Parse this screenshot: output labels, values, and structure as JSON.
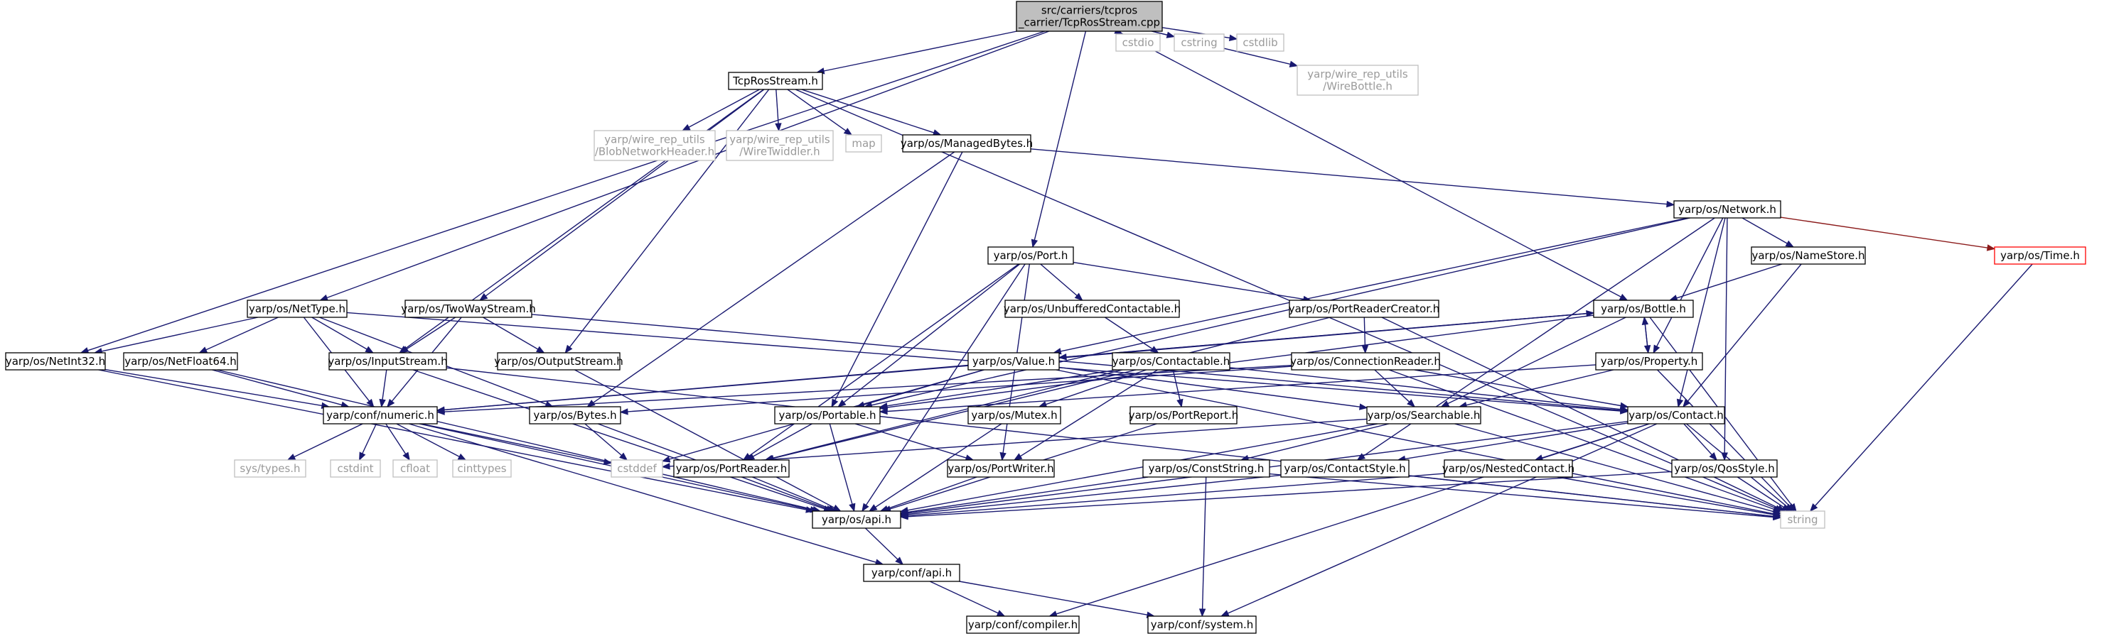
{
  "colors": {
    "edge": "#191970",
    "edge_highlight": "#8b1a1a",
    "root_fill": "#bfbfbf",
    "system_header_border": "#bfbfbf",
    "highlight_border": "#ff0000"
  },
  "nodes": {
    "root": [
      "src/carriers/tcpros",
      "_carrier/TcpRosStream.cpp"
    ],
    "tcprosstream_h": [
      "TcpRosStream.h"
    ],
    "cstdio": [
      "cstdio"
    ],
    "cstring": [
      "cstring"
    ],
    "cstdlib": [
      "cstdlib"
    ],
    "wirebottle_h": [
      "yarp/wire_rep_utils",
      "/WireBottle.h"
    ],
    "blobnetworkheader_h": [
      "yarp/wire_rep_utils",
      "/BlobNetworkHeader.h"
    ],
    "wiretwiddler_h": [
      "yarp/wire_rep_utils",
      "/WireTwiddler.h"
    ],
    "map": [
      "map"
    ],
    "managedbytes_h": [
      "yarp/os/ManagedBytes.h"
    ],
    "network_h": [
      "yarp/os/Network.h"
    ],
    "port_h": [
      "yarp/os/Port.h"
    ],
    "namestore_h": [
      "yarp/os/NameStore.h"
    ],
    "time_h": [
      "yarp/os/Time.h"
    ],
    "nettype_h": [
      "yarp/os/NetType.h"
    ],
    "twowaystream_h": [
      "yarp/os/TwoWayStream.h"
    ],
    "unbufferedcontactable_h": [
      "yarp/os/UnbufferedContactable.h"
    ],
    "portreadercreator_h": [
      "yarp/os/PortReaderCreator.h"
    ],
    "bottle_h": [
      "yarp/os/Bottle.h"
    ],
    "netint32_h": [
      "yarp/os/NetInt32.h"
    ],
    "netfloat64_h": [
      "yarp/os/NetFloat64.h"
    ],
    "inputstream_h": [
      "yarp/os/InputStream.h"
    ],
    "outputstream_h": [
      "yarp/os/OutputStream.h"
    ],
    "value_h": [
      "yarp/os/Value.h"
    ],
    "contactable_h": [
      "yarp/os/Contactable.h"
    ],
    "connectionreader_h": [
      "yarp/os/ConnectionReader.h"
    ],
    "property_h": [
      "yarp/os/Property.h"
    ],
    "numeric_h": [
      "yarp/conf/numeric.h"
    ],
    "bytes_h": [
      "yarp/os/Bytes.h"
    ],
    "portable_h": [
      "yarp/os/Portable.h"
    ],
    "mutex_h": [
      "yarp/os/Mutex.h"
    ],
    "portreport_h": [
      "yarp/os/PortReport.h"
    ],
    "searchable_h": [
      "yarp/os/Searchable.h"
    ],
    "contact_h": [
      "yarp/os/Contact.h"
    ],
    "systypes_h": [
      "sys/types.h"
    ],
    "cstdint": [
      "cstdint"
    ],
    "cfloat": [
      "cfloat"
    ],
    "cinttypes": [
      "cinttypes"
    ],
    "cstddef": [
      "cstddef"
    ],
    "portreader_h": [
      "yarp/os/PortReader.h"
    ],
    "portwriter_h": [
      "yarp/os/PortWriter.h"
    ],
    "conststring_h": [
      "yarp/os/ConstString.h"
    ],
    "contactstyle_h": [
      "yarp/os/ContactStyle.h"
    ],
    "nestedcontact_h": [
      "yarp/os/NestedContact.h"
    ],
    "qosstyle_h": [
      "yarp/os/QosStyle.h"
    ],
    "string": [
      "string"
    ],
    "api_h": [
      "yarp/os/api.h"
    ],
    "conf_api_h": [
      "yarp/conf/api.h"
    ],
    "compiler_h": [
      "yarp/conf/compiler.h"
    ],
    "system_h": [
      "yarp/conf/system.h"
    ]
  }
}
